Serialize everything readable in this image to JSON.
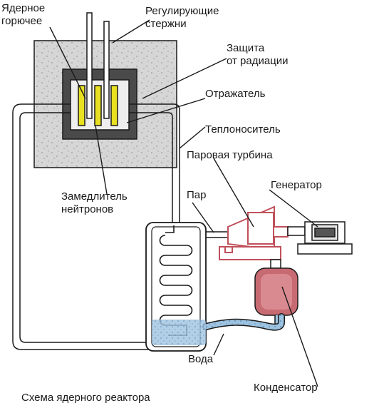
{
  "labels": {
    "nuclear_fuel_line1": "Ядерное",
    "nuclear_fuel_line2": "горючее",
    "control_rods_line1": "Регулирующие",
    "control_rods_line2": "стержни",
    "radiation_shield_line1": "Защита",
    "radiation_shield_line2": "от радиации",
    "reflector": "Отражатель",
    "coolant": "Теплоноситель",
    "steam_turbine": "Паровая турбина",
    "steam": "Пар",
    "generator": "Генератор",
    "moderator_line1": "Замедлитель",
    "moderator_line2": "нейтронов",
    "water": "Вода",
    "condenser": "Конденсатор"
  },
  "caption": "Схема ядерного реактора",
  "colors": {
    "outline": "#1a1a1a",
    "concrete": "#d9d9d9",
    "reflector": "#555555",
    "fuel_rod": "#e8e020",
    "turbine": "#c0505a",
    "turbine_fill": "#ffffff",
    "water": "#8ab6d8"
  }
}
